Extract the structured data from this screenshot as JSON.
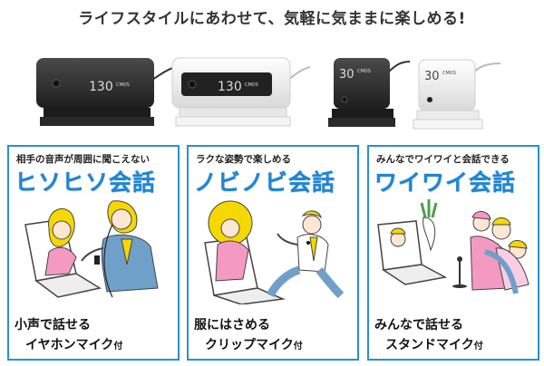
{
  "headline": "ライフスタイルにあわせて、気軽に気ままに楽しめる!",
  "products": [
    {
      "label_number": "130",
      "label_text": "CMOS"
    },
    {
      "label_number": "130",
      "label_text": "CMOS"
    },
    {
      "label_number": "30",
      "label_text": "CMOS"
    },
    {
      "label_number": "30",
      "label_text": "CMOS"
    }
  ],
  "panels": [
    {
      "caption": "相手の音声が周囲に聞こえない",
      "title": "ヒソヒソ会話",
      "bottom_line1": "小声で話せる",
      "bottom_line2": "イヤホンマイク",
      "bottom_suffix": "付"
    },
    {
      "caption": "ラクな姿勢で楽しめる",
      "title": "ノビノビ会話",
      "bottom_line1": "服にはさめる",
      "bottom_line2": "クリップマイク",
      "bottom_suffix": "付"
    },
    {
      "caption": "みんなでワイワイと会話できる",
      "title": "ワイワイ会話",
      "bottom_line1": "みんなで話せる",
      "bottom_line2": "スタンドマイク",
      "bottom_suffix": "付"
    }
  ],
  "colors": {
    "panel_border": "#2a8fd0",
    "title_blue": "#1f86d6",
    "camera_black": "#2b2b2b",
    "camera_white": "#f2f2f2",
    "hair_yellow": "#f5d800"
  }
}
